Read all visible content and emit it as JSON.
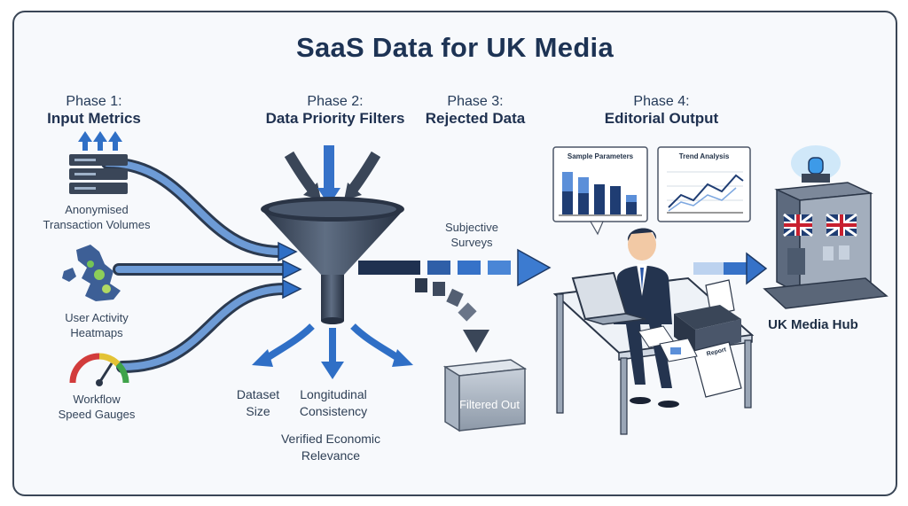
{
  "title": "SaaS Data for UK Media",
  "phases": [
    {
      "num": "Phase 1:",
      "name": "Input Metrics"
    },
    {
      "num": "Phase 2:",
      "name": "Data Priority Filters"
    },
    {
      "num": "Phase 3:",
      "name": "Rejected Data"
    },
    {
      "num": "Phase 4:",
      "name": "Editorial Output"
    }
  ],
  "inputs": [
    {
      "line1": "Anonymised",
      "line2": "Transaction Volumes",
      "icon": "server-stack-icon"
    },
    {
      "line1": "User Activity",
      "line2": "Heatmaps",
      "icon": "uk-heatmap-icon"
    },
    {
      "line1": "Workflow",
      "line2": "Speed Gauges",
      "icon": "gauge-icon"
    }
  ],
  "filters": [
    {
      "line1": "Dataset",
      "line2": "Size"
    },
    {
      "line1": "Longitudinal",
      "line2": "Consistency"
    },
    {
      "line1": "Verified Economic",
      "line2": "Relevance"
    }
  ],
  "rejected": {
    "line1": "Subjective",
    "line2": "Surveys",
    "bin": "Filtered Out"
  },
  "charts": {
    "sample": "Sample Parameters",
    "trend": "Trend Analysis",
    "report": "Report"
  },
  "hub": "UK Media Hub",
  "colors": {
    "accent": "#2f6fc6",
    "dark": "#2b3648",
    "title": "#1d3354"
  }
}
